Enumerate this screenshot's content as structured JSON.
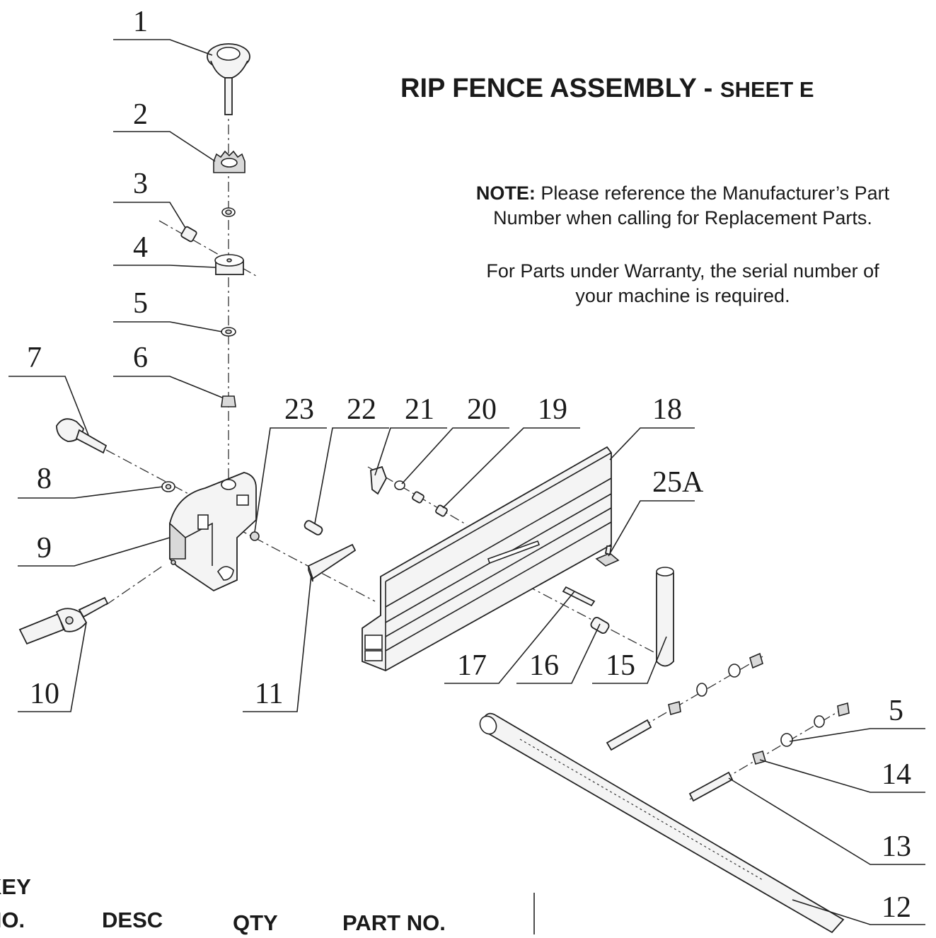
{
  "title": {
    "main": "RIP FENCE ASSEMBLY - ",
    "sheet": "SHEET E"
  },
  "note": {
    "label": "NOTE:",
    "line1": " Please reference the Manufacturer’s Part",
    "line2": "Number when calling for Replacement Parts.",
    "warranty1": "For Parts under Warranty, the serial number of",
    "warranty2": "your machine is required."
  },
  "callouts": {
    "c1": "1",
    "c2": "2",
    "c3": "3",
    "c4": "4",
    "c5": "5",
    "c6": "6",
    "c7": "7",
    "c8": "8",
    "c9": "9",
    "c10": "10",
    "c11": "11",
    "c5b": "5",
    "c14": "14",
    "c13": "13",
    "c12": "12",
    "c23": "23",
    "c22": "22",
    "c21": "21",
    "c20": "20",
    "c19": "19",
    "c18": "18",
    "c25a": "25A",
    "c17": "17",
    "c16": "16",
    "c15": "15"
  },
  "table_header": {
    "key1": "KEY",
    "key2": "NO.",
    "desc": "DESC",
    "qty": "QTY",
    "part": "PART NO."
  }
}
